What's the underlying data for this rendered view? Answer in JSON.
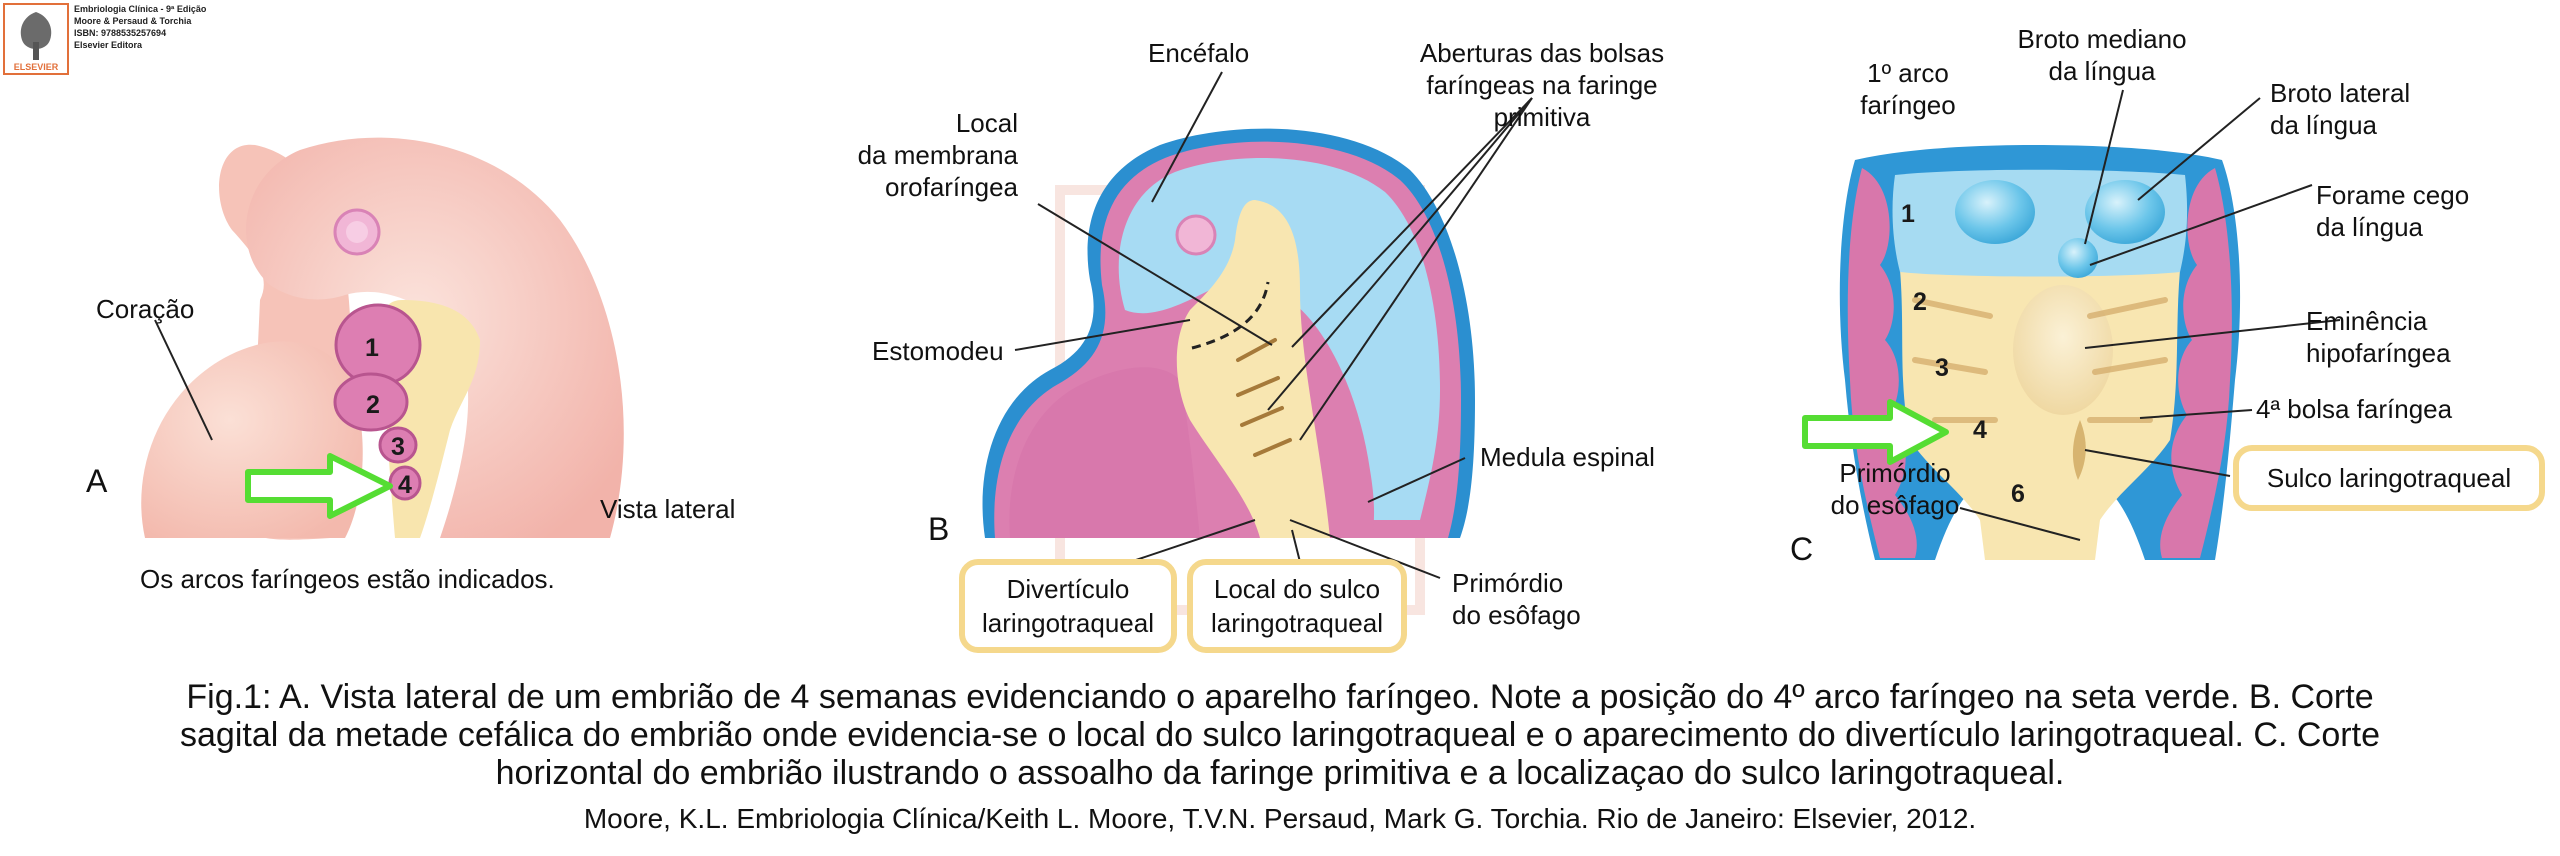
{
  "publisher": {
    "logo_text": "ELSEVIER",
    "lines": [
      "Embriologia Clínica - 9ª Edição",
      "Moore & Persaud & Torchia",
      "ISBN: 9788535257694",
      "Elsevier Editora"
    ]
  },
  "colors": {
    "arrow": "#55dd33",
    "highlight_box": "#f5d88c",
    "pink": "#d876aa",
    "blue": "#a9dcf2",
    "yellow": "#f8e7b3",
    "skin": "#f6c9c0"
  },
  "panel_a": {
    "letter": "A",
    "label_coracao": "Coração",
    "label_vista": "Vista lateral",
    "note": "Os arcos faríngeos estão indicados.",
    "arch_numbers": [
      "1",
      "2",
      "3",
      "4"
    ]
  },
  "panel_b": {
    "letter": "B",
    "label_encefalo": "Encéfalo",
    "label_local": [
      "Local",
      "da membrana",
      "orofaríngea"
    ],
    "label_aberturas": [
      "Aberturas das bolsas",
      "faríngeas na faringe",
      "primitiva"
    ],
    "label_estomodeu": "Estomodeu",
    "label_medula": "Medula espinal",
    "label_primordio": [
      "Primórdio",
      "do esôfago"
    ],
    "box_diverticulo": [
      "Divertículo",
      "laringotraqueal"
    ],
    "box_sulco": [
      "Local do sulco",
      "laringotraqueal"
    ]
  },
  "panel_c": {
    "letter": "C",
    "label_arco": [
      "1º arco",
      "faríngeo"
    ],
    "label_broto_mediano": [
      "Broto mediano",
      "da língua"
    ],
    "label_broto_lateral": [
      "Broto lateral",
      "da língua"
    ],
    "label_forame": [
      "Forame cego",
      "da língua"
    ],
    "label_eminencia": [
      "Eminência",
      "hipofaríngea"
    ],
    "label_bolsa": "4ª bolsa faríngea",
    "label_primordio": [
      "Primórdio",
      "do esôfago"
    ],
    "box_sulco": "Sulco laringotraqueal",
    "arch_numbers": [
      "1",
      "2",
      "3",
      "4",
      "6"
    ]
  },
  "caption": {
    "lines": [
      "Fig.1: A. Vista lateral de um embrião de 4 semanas evidenciando o aparelho faríngeo. Note a posição do 4º arco faríngeo na seta verde. B. Corte",
      "sagital da metade cefálica do embrião onde evidencia-se o local do sulco laringotraqueal e o aparecimento do divertículo laringotraqueal. C. Corte",
      "horizontal do embrião ilustrando o assoalho da faringe primitiva e a localizaçao do sulco laringotraqueal."
    ],
    "reference": "Moore, K.L. Embriologia Clínica/Keith L. Moore, T.V.N. Persaud, Mark G. Torchia. Rio de Janeiro: Elsevier, 2012."
  }
}
